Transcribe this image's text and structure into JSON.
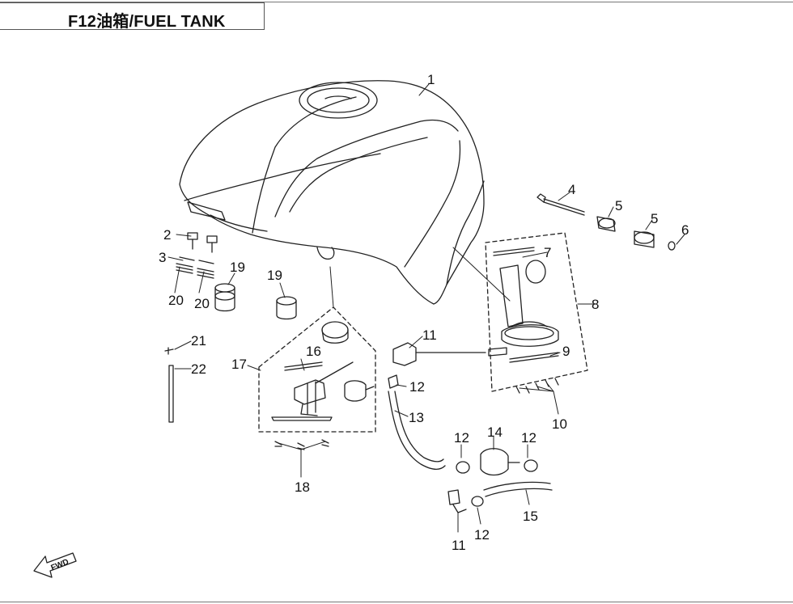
{
  "header": {
    "title": "F12油箱/FUEL TANK"
  },
  "callouts": [
    {
      "id": "c1",
      "label": "1"
    },
    {
      "id": "c2",
      "label": "2"
    },
    {
      "id": "c3",
      "label": "3"
    },
    {
      "id": "c4",
      "label": "4"
    },
    {
      "id": "c5a",
      "label": "5"
    },
    {
      "id": "c5b",
      "label": "5"
    },
    {
      "id": "c6",
      "label": "6"
    },
    {
      "id": "c7",
      "label": "7"
    },
    {
      "id": "c8",
      "label": "8"
    },
    {
      "id": "c9",
      "label": "9"
    },
    {
      "id": "c10",
      "label": "10"
    },
    {
      "id": "c11a",
      "label": "11"
    },
    {
      "id": "c11b",
      "label": "11"
    },
    {
      "id": "c12a",
      "label": "12"
    },
    {
      "id": "c12b",
      "label": "12"
    },
    {
      "id": "c12c",
      "label": "12"
    },
    {
      "id": "c12d",
      "label": "12"
    },
    {
      "id": "c13",
      "label": "13"
    },
    {
      "id": "c14",
      "label": "14"
    },
    {
      "id": "c15",
      "label": "15"
    },
    {
      "id": "c16",
      "label": "16"
    },
    {
      "id": "c17",
      "label": "17"
    },
    {
      "id": "c18",
      "label": "18"
    },
    {
      "id": "c19a",
      "label": "19"
    },
    {
      "id": "c19b",
      "label": "19"
    },
    {
      "id": "c20a",
      "label": "20"
    },
    {
      "id": "c20b",
      "label": "20"
    },
    {
      "id": "c21",
      "label": "21"
    },
    {
      "id": "c22",
      "label": "22"
    }
  ],
  "direction_marker": {
    "label": "FWD"
  }
}
